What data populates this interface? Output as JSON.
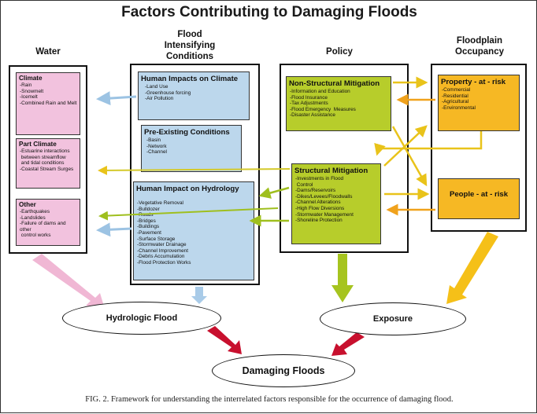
{
  "title": "Factors Contributing to Damaging Floods",
  "columns": {
    "water": "Water",
    "flood": "Flood\nIntensifying\nConditions",
    "policy": "Policy",
    "floodplain": "Floodplain\nOccupancy"
  },
  "boxes": {
    "climate": {
      "title": "Climate",
      "items": [
        "-Rain",
        "-Snowmelt",
        "-Icemelt",
        "-Combined Rain and Melt"
      ]
    },
    "part_climate": {
      "title": "Part Climate",
      "items": [
        "-Estuarine interactions\n between streamflow\n and tidal conditions",
        "-Coastal Stream Surges"
      ]
    },
    "other": {
      "title": "Other",
      "items": [
        "-Earthquakes",
        "-Landslides",
        "-Failure of dams and other\n control works"
      ]
    },
    "human_climate": {
      "title": "Human Impacts on Climate",
      "items": [
        "-Land Use",
        "-Greenhouse forcing",
        "-Air Pollution"
      ]
    },
    "pre_existing": {
      "title": "Pre-Existing Conditions",
      "items": [
        "-Basin",
        "-Network",
        "-Channel"
      ]
    },
    "human_hydrology": {
      "title": "Human Impact on Hydrology",
      "items": [
        "-Vegetative Removal",
        "-Bulldozer",
        "-Roads",
        "-Bridges",
        "-Buildings",
        "-Pavement",
        "-Surface Storage",
        "-Stormwater Drainage",
        "-Channel Improvement",
        "-Debris Accumulation",
        "-Flood Protection Works"
      ]
    },
    "non_structural": {
      "title": "Non-Structural Mitigation",
      "items": [
        "-Information and Education",
        "-Flood Insurance",
        "-Tax Adjustments",
        "-Flood Emergency  Measures",
        "-Disaster Assistance"
      ]
    },
    "structural": {
      "title": "Structural Mitigation",
      "items": [
        "-Investments in Flood\n Control",
        "-Dams/Reservoirs",
        "-Dikes/Levees/Floodwalls",
        "-Channel Alterations",
        "-High Flow Diversions",
        "-Stormwater Management",
        "-Shoreline Protection"
      ]
    },
    "property": {
      "title": "Property - at - risk",
      "items": [
        "-Commercial",
        "-Residential",
        "-Agricultural",
        "-Environmental"
      ]
    },
    "people": {
      "title": "People - at - risk"
    }
  },
  "outcomes": {
    "hydrologic": "Hydrologic Flood",
    "exposure": "Exposure",
    "damaging": "Damaging Floods"
  },
  "colors": {
    "pink": "#f2c2de",
    "blue": "#bcd7ec",
    "green": "#b7cd2b",
    "orange": "#f6b824",
    "red_arrow": "#c8102e"
  },
  "caption": "FIG. 2. Framework for understanding the interrelated factors responsible for the occurrence of damaging flood."
}
